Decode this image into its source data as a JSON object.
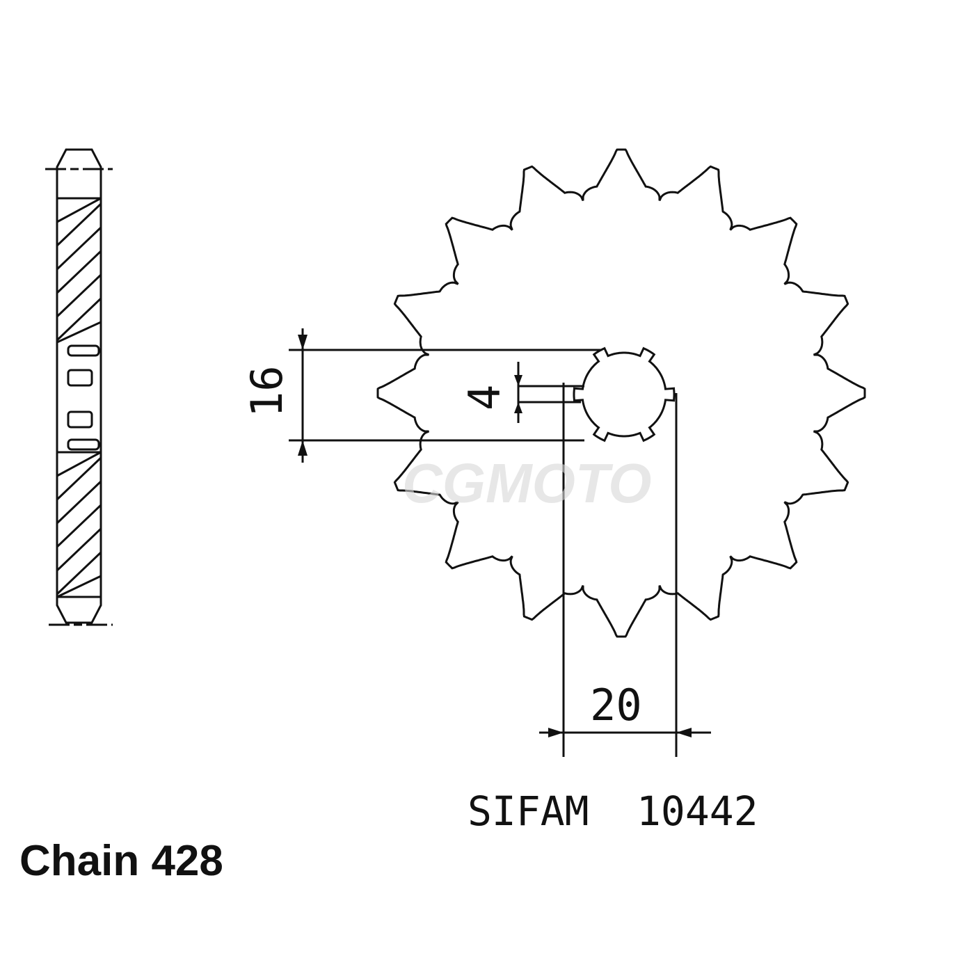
{
  "diagram": {
    "teeth": 16,
    "dimensions": {
      "width_across": "16",
      "key": "4",
      "bore": "20"
    },
    "brand": "SIFAM",
    "part_number": "10442",
    "chain_label": "Chain 428",
    "watermark": "CGMOTO"
  }
}
